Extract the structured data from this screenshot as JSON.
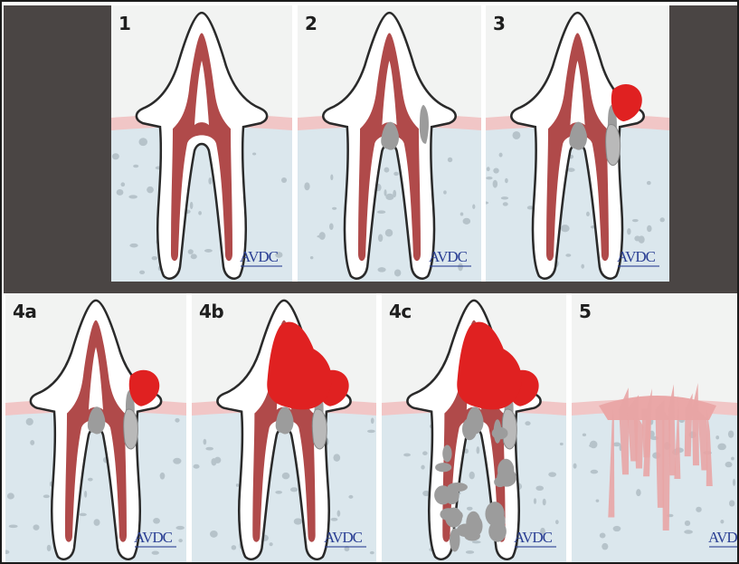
{
  "colors": {
    "background_dark": "#4a4544",
    "sky": "#f2f3f2",
    "gum": "#f1c6c6",
    "bone": "#dbe7ed",
    "pulp": "#b04a4a",
    "lesion": "#e02121",
    "logo": "#2a3f94"
  },
  "panels": [
    {
      "label": "1",
      "stage": 1
    },
    {
      "label": "2",
      "stage": 2
    },
    {
      "label": "3",
      "stage": 3
    },
    {
      "label": "4a",
      "stage": 4
    },
    {
      "label": "4b",
      "stage": 5
    },
    {
      "label": "4c",
      "stage": 6
    },
    {
      "label": "5",
      "stage": 7
    }
  ],
  "logo_text": "AVDC"
}
